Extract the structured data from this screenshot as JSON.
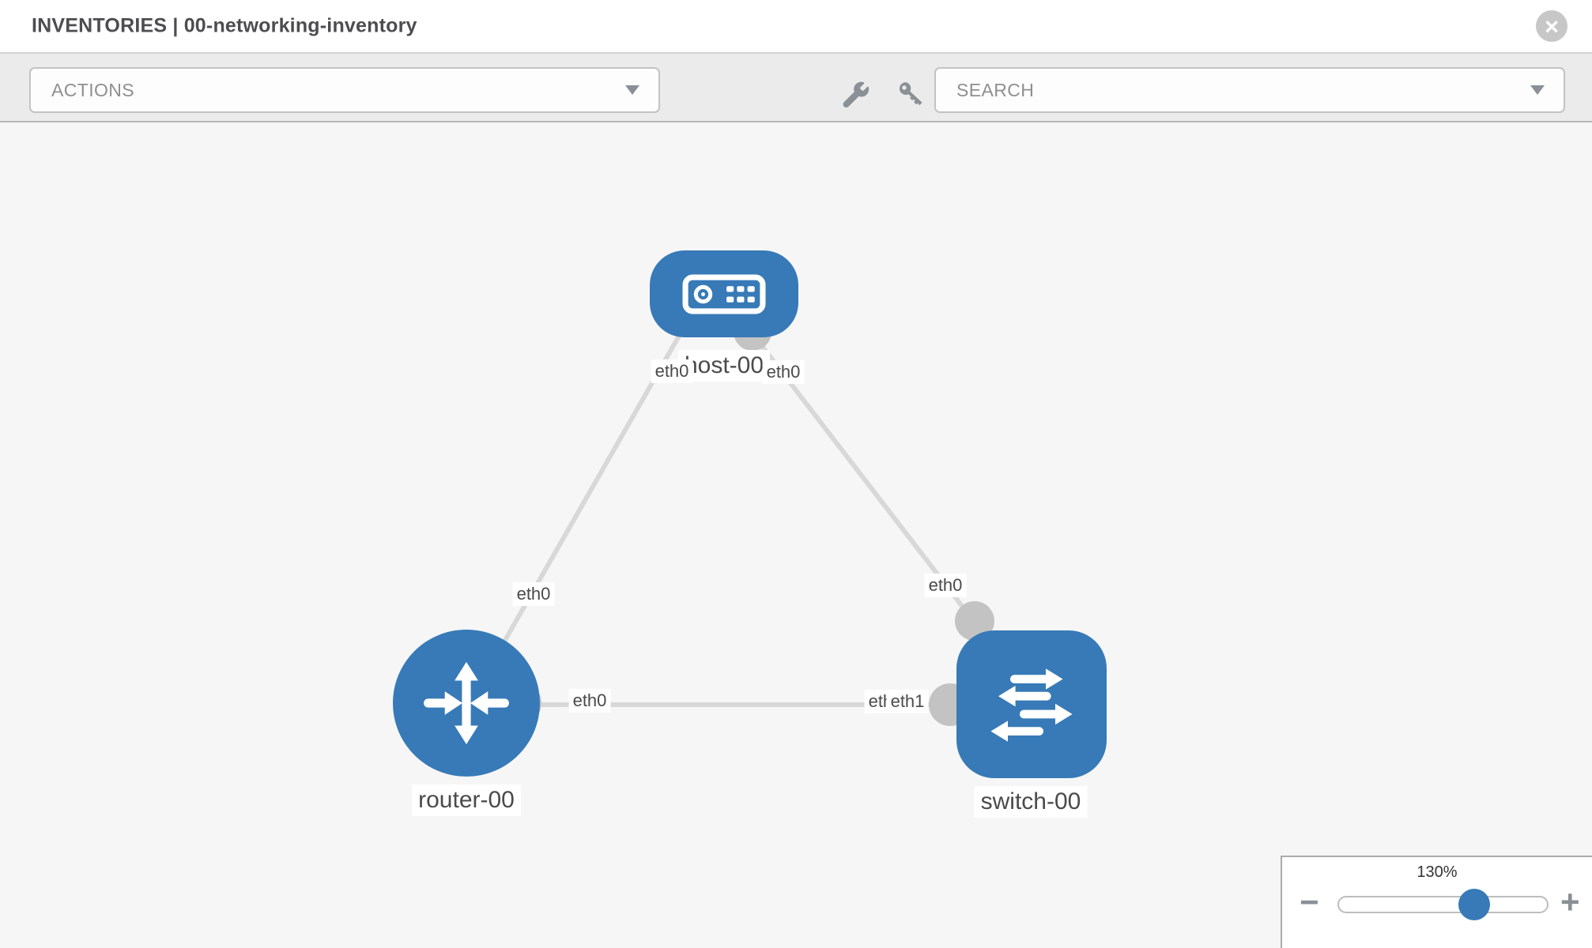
{
  "window": {
    "title": "INVENTORIES | 00-networking-inventory",
    "close_glyph": "×"
  },
  "toolbar": {
    "actions_label": "ACTIONS",
    "search_label": "SEARCH",
    "icon_names": [
      "wrench-icon",
      "key-icon"
    ]
  },
  "topology": {
    "nodes": [
      {
        "label": "host-00",
        "type": "host"
      },
      {
        "label": "router-00",
        "type": "router"
      },
      {
        "label": "switch-00",
        "type": "switch"
      }
    ],
    "links": [
      {
        "from": "host-00",
        "from_port": "eth0",
        "to": "router-00",
        "to_port": "eth0"
      },
      {
        "from": "host-00",
        "from_port": "eth0",
        "to": "switch-00",
        "to_port": "eth0"
      },
      {
        "from": "router-00",
        "from_port": "eth0",
        "to": "switch-00",
        "to_port": "eth0",
        "to_port_overlapping": "eth1"
      }
    ],
    "port_labels": [
      "eth0",
      "eth0",
      "eth0",
      "eth0",
      "eth0",
      "eth0",
      "eth1"
    ]
  },
  "zoom": {
    "level": "130%",
    "minus_glyph": "−",
    "plus_glyph": "+"
  },
  "colors": {
    "node_blue": "#377ab7",
    "connector_gray": "#c3c3c3",
    "link_gray": "#d8d8d8",
    "canvas_bg": "#f6f6f6",
    "toolbar_bg": "#ebebeb"
  }
}
